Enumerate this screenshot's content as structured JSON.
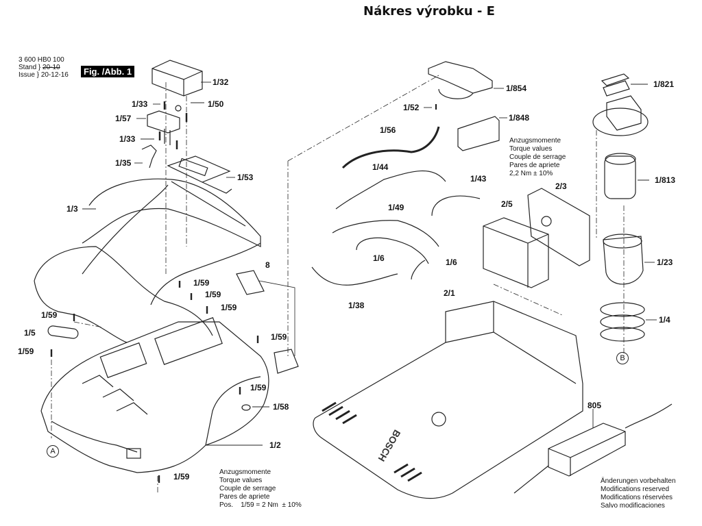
{
  "title": "Nákres výrobku - E",
  "header": {
    "part_number": "3 600 HB0 100",
    "stand_label": "Stand",
    "stand_value": "20-10",
    "issue_label": "Issue",
    "issue_value": "20-12-16",
    "figure_badge": "Fig. /Abb. 1"
  },
  "part_labels": [
    {
      "id": "1/32",
      "text": "1/32"
    },
    {
      "id": "1/33a",
      "text": "1/33"
    },
    {
      "id": "1/50",
      "text": "1/50"
    },
    {
      "id": "1/57",
      "text": "1/57"
    },
    {
      "id": "1/33b",
      "text": "1/33"
    },
    {
      "id": "1/35",
      "text": "1/35"
    },
    {
      "id": "1/53",
      "text": "1/53"
    },
    {
      "id": "1/3",
      "text": "1/3"
    },
    {
      "id": "8",
      "text": "8"
    },
    {
      "id": "1/59a",
      "text": "1/59"
    },
    {
      "id": "1/59b",
      "text": "1/59"
    },
    {
      "id": "1/59c",
      "text": "1/59"
    },
    {
      "id": "1/59d",
      "text": "1/59"
    },
    {
      "id": "1/5",
      "text": "1/5"
    },
    {
      "id": "1/59e",
      "text": "1/59"
    },
    {
      "id": "1/59f",
      "text": "1/59"
    },
    {
      "id": "1/59g",
      "text": "1/59"
    },
    {
      "id": "1/58",
      "text": "1/58"
    },
    {
      "id": "1/2",
      "text": "1/2"
    },
    {
      "id": "1/59h",
      "text": "1/59"
    },
    {
      "id": "1/854",
      "text": "1/854"
    },
    {
      "id": "1/52",
      "text": "1/52"
    },
    {
      "id": "1/848",
      "text": "1/848"
    },
    {
      "id": "1/56",
      "text": "1/56"
    },
    {
      "id": "1/44",
      "text": "1/44"
    },
    {
      "id": "1/43",
      "text": "1/43"
    },
    {
      "id": "1/49",
      "text": "1/49"
    },
    {
      "id": "1/6a",
      "text": "1/6"
    },
    {
      "id": "1/6b",
      "text": "1/6"
    },
    {
      "id": "1/38",
      "text": "1/38"
    },
    {
      "id": "2/5",
      "text": "2/5"
    },
    {
      "id": "2/3",
      "text": "2/3"
    },
    {
      "id": "2/1",
      "text": "2/1"
    },
    {
      "id": "1/821",
      "text": "1/821"
    },
    {
      "id": "1/813",
      "text": "1/813"
    },
    {
      "id": "1/23",
      "text": "1/23"
    },
    {
      "id": "1/4",
      "text": "1/4"
    },
    {
      "id": "805",
      "text": "805"
    }
  ],
  "reference_markers": {
    "a": "A",
    "b": "B"
  },
  "brand_text": "BOSCH",
  "torque_note_top": "Anzugsmomente\nTorque values\nCouple de serrage\nPares de apriete\n2,2 Nm ± 10%",
  "torque_note_bottom": "Anzugsmomente\nTorque values\nCouple de serrage\nPares de apriete\nPos.    1/59 = 2 Nm  ± 10%",
  "modifications_note": "Änderungen vorbehalten\nModifications reserved\nModifications réservées\nSalvo modificaciones"
}
